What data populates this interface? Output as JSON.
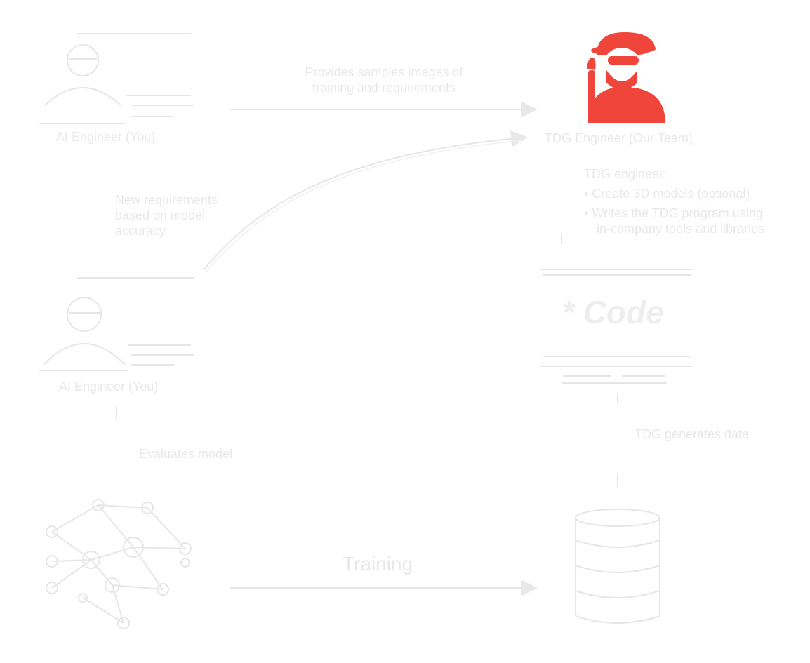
{
  "nodes": {
    "ai_engineer_top": {
      "label": "AI Engineer (You)"
    },
    "ai_engineer_mid": {
      "label": "AI Engineer (You)"
    },
    "tdg_engineer": {
      "label": "TDG Engineer (Our Team)"
    },
    "tdg_notes": {
      "heading": "TDG engineer:",
      "bullets": [
        "Create 3D models (optional)",
        "Writes the TDG program using",
        "in-company tools and libraries"
      ]
    },
    "code_logo": {
      "label": "Code"
    },
    "model_node": {
      "label": ""
    },
    "database_node": {
      "label": ""
    }
  },
  "edges": {
    "provides_samples": {
      "line1": "Provides samples images of",
      "line2": "training and requirements"
    },
    "new_requirements": {
      "line1": "New requirements",
      "line2": "based on model",
      "line3": "accuracy"
    },
    "tdg_generates": {
      "label": "TDG generates data"
    },
    "evaluates": {
      "label": "Evaluates model"
    },
    "training": {
      "label": "Training"
    }
  },
  "colors": {
    "accent": "#f0453a",
    "faint": "#e8e8e8",
    "background": "#ffffff"
  }
}
